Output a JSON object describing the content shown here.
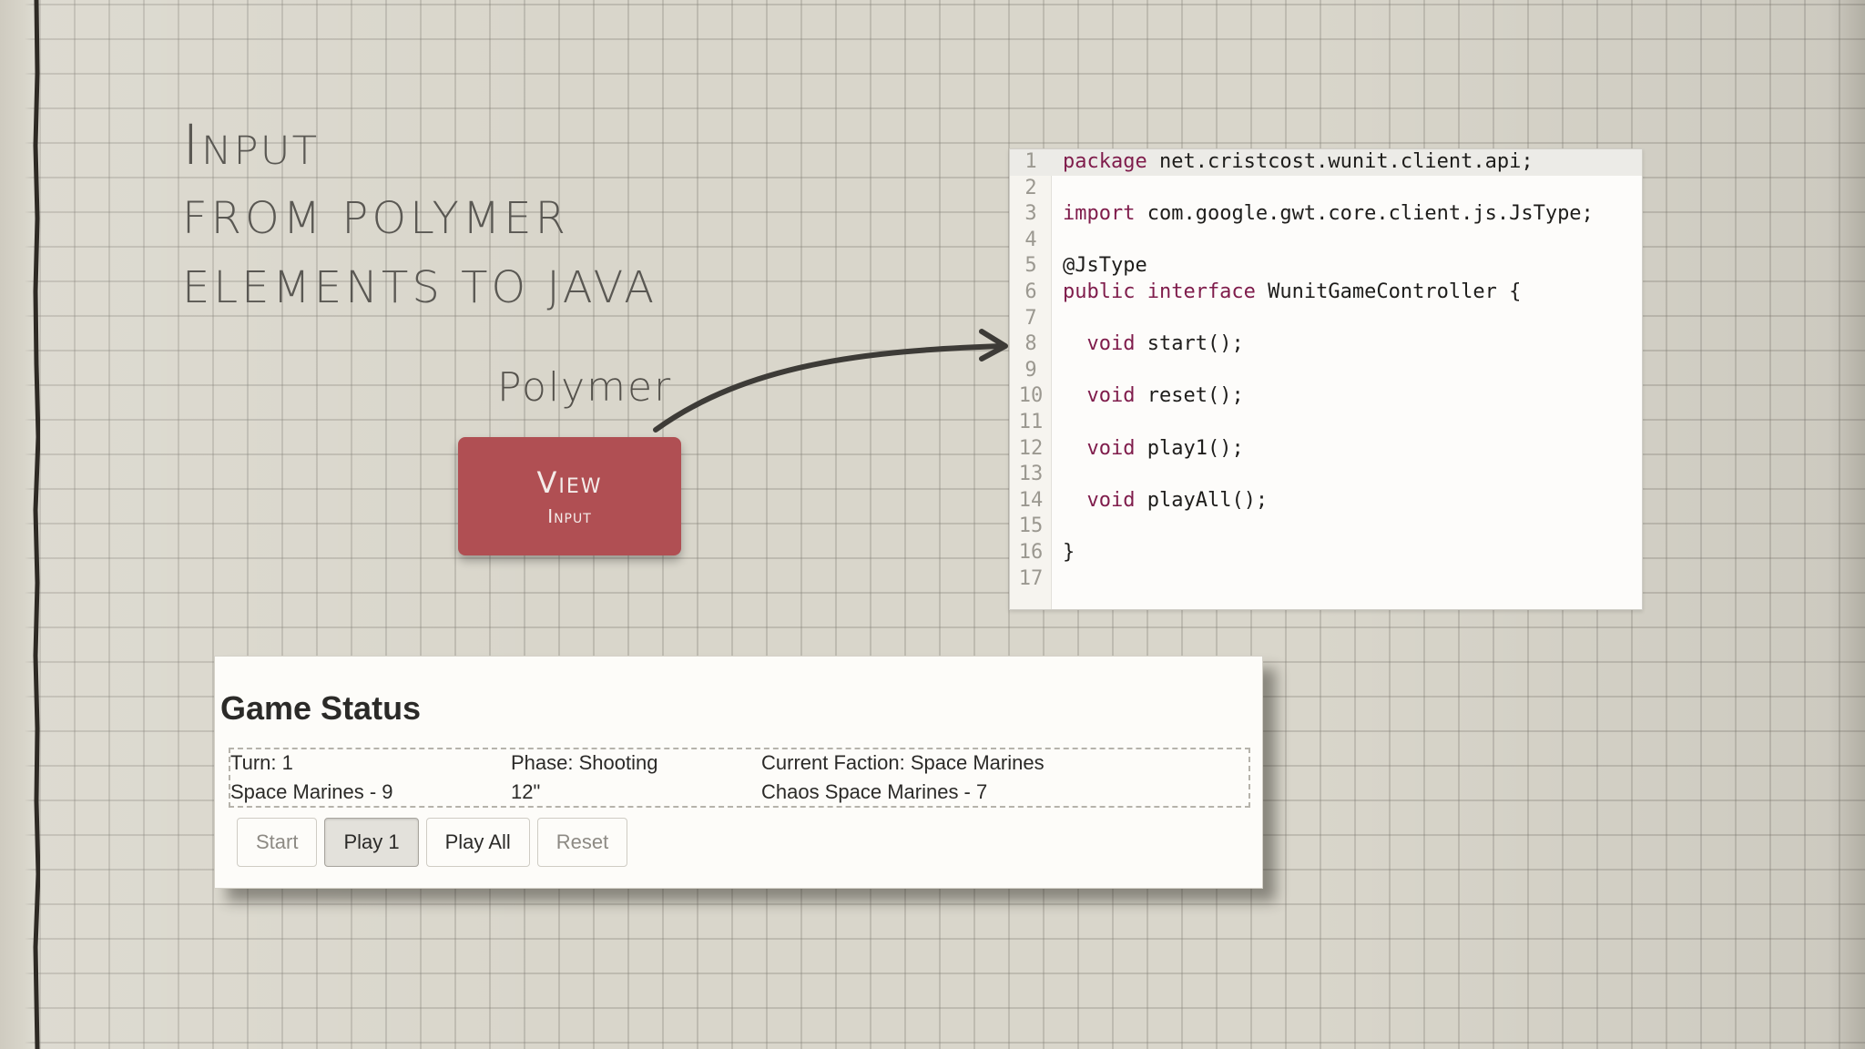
{
  "slide": {
    "title_main": "Input",
    "title_line2": "from Polymer",
    "title_line3": "elements to Java",
    "polymer_label": "Polymer"
  },
  "view_card": {
    "title": "View",
    "subtitle": "Input",
    "color": "#b04f53"
  },
  "code_editor": {
    "lines": [
      {
        "num": "1",
        "kw": "package",
        "rest": " net.cristcost.wunit.client.api;"
      },
      {
        "num": "2",
        "kw": "",
        "rest": ""
      },
      {
        "num": "3",
        "kw": "import",
        "rest": " com.google.gwt.core.client.js.JsType;"
      },
      {
        "num": "4",
        "kw": "",
        "rest": ""
      },
      {
        "num": "5",
        "kw": "",
        "rest": "@JsType"
      },
      {
        "num": "6",
        "kw": "public interface",
        "rest": " WunitGameController {"
      },
      {
        "num": "7",
        "kw": "",
        "rest": ""
      },
      {
        "num": "8",
        "kw": "  void",
        "rest": " start();"
      },
      {
        "num": "9",
        "kw": "",
        "rest": ""
      },
      {
        "num": "10",
        "kw": "  void",
        "rest": " reset();"
      },
      {
        "num": "11",
        "kw": "",
        "rest": ""
      },
      {
        "num": "12",
        "kw": "  void",
        "rest": " play1();"
      },
      {
        "num": "13",
        "kw": "",
        "rest": ""
      },
      {
        "num": "14",
        "kw": "  void",
        "rest": " playAll();"
      },
      {
        "num": "15",
        "kw": "",
        "rest": ""
      },
      {
        "num": "16",
        "kw": "",
        "rest": "}"
      },
      {
        "num": "17",
        "kw": "",
        "rest": ""
      }
    ],
    "keyword_color": "#7f1c4b"
  },
  "game_status": {
    "title": "Game Status",
    "turn": "Turn: 1",
    "phase": "Phase: Shooting",
    "current_faction": "Current Faction: Space Marines",
    "faction1": "Space Marines - 9",
    "distance": "12\"",
    "faction2": "Chaos Space Marines - 7",
    "buttons": {
      "start": "Start",
      "play1": "Play 1",
      "play_all": "Play All",
      "reset": "Reset"
    }
  }
}
